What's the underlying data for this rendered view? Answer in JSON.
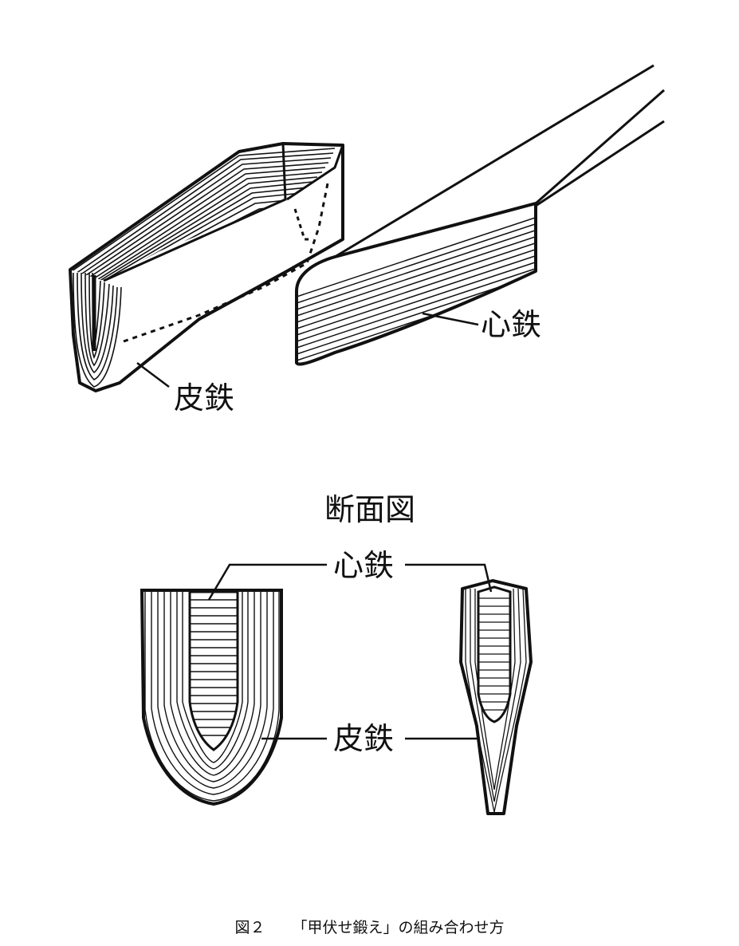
{
  "labels": {
    "core_steel": "心鉄",
    "skin_steel": "皮鉄",
    "cross_section_title": "断面図",
    "core_steel_section": "心鉄",
    "skin_steel_section": "皮鉄"
  },
  "caption": {
    "figure_number": "図２",
    "text": "「甲伏せ鍛え」の組み合わせ方"
  }
}
